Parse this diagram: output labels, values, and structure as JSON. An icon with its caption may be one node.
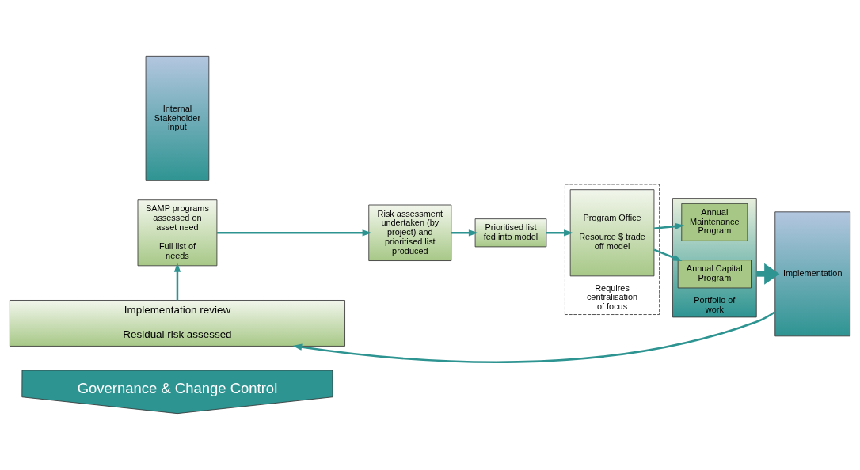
{
  "diagram": {
    "nodes": [
      {
        "text": [
          "Governance & Change Control"
        ]
      },
      {
        "text": [
          "SAMP programs assessed on asset need",
          "Full list of needs"
        ]
      },
      {
        "text": [
          "Internal Stakeholder input"
        ]
      },
      {
        "text": [
          "Risk assessment undertaken (by project) and prioritised list produced"
        ]
      },
      {
        "text": [
          "Prioritised list fed into model"
        ]
      },
      {
        "text": [
          "Requires centralisation of focus"
        ]
      },
      {
        "text": [
          "Program Office",
          "Resource $ trade off model"
        ],
        "in": 5
      },
      {
        "text": [
          "Portfolio of work"
        ]
      },
      {
        "text": [
          "Annual Maintenance Program"
        ],
        "in": 7
      },
      {
        "text": [
          "Annual Capital Program"
        ],
        "in": 7
      },
      {
        "text": [
          "Implementation"
        ]
      },
      {
        "text": [
          "Implementation review",
          "Residual risk assessed"
        ]
      }
    ],
    "edges": [
      {
        "from": 1,
        "to": 3,
        "arrow": "to"
      },
      {
        "from": 3,
        "to": 4,
        "arrow": "to"
      },
      {
        "from": 4,
        "to": 6,
        "arrow": "to"
      },
      {
        "from": 6,
        "to": 8,
        "arrow": "to"
      },
      {
        "from": 6,
        "to": 9,
        "arrow": "to"
      },
      {
        "from": 7,
        "to": 10,
        "arrow": "to",
        "style": "thick"
      },
      {
        "from": 10,
        "to": 11,
        "arrow": "to"
      },
      {
        "from": 11,
        "to": 1,
        "arrow": "to"
      }
    ]
  }
}
